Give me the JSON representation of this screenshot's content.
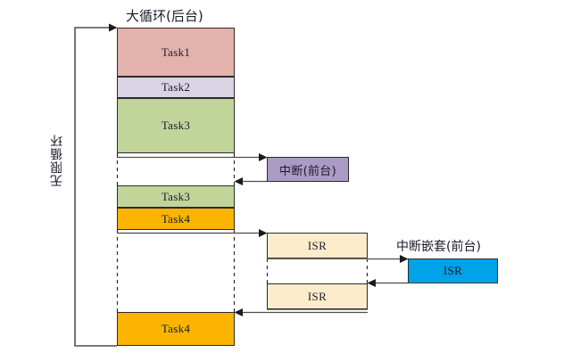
{
  "diagram": {
    "title_background": "大循环(后台)",
    "label_interrupt": "中断(前台)",
    "label_nested_interrupt": "中断嵌套(前台)",
    "label_infinite_loop": "无限循环",
    "colors": {
      "task1": "#e3b2ac",
      "task2": "#d9d3e3",
      "task3": "#c1d49a",
      "task4": "#fbb500",
      "interrupt": "#ab9ac4",
      "isr": "#fceccc",
      "nested_isr": "#00a2e8",
      "stroke": "#2b2b2b",
      "arrow": "#4d4d4d"
    },
    "background_tasks": [
      {
        "name": "task1-box",
        "label": "Task1",
        "color_key": "task1"
      },
      {
        "name": "task2-box",
        "label": "Task2",
        "color_key": "task2"
      },
      {
        "name": "task3-box",
        "label": "Task3",
        "color_key": "task3"
      },
      {
        "name": "task3-resume-box",
        "label": "Task3",
        "color_key": "task3"
      },
      {
        "name": "task4-box",
        "label": "Task4",
        "color_key": "task4"
      },
      {
        "name": "task4-resume-box",
        "label": "Task4",
        "color_key": "task4"
      }
    ],
    "foreground": {
      "interrupt_box_label": "中断(前台)",
      "isr_first_label": "ISR",
      "isr_second_label": "ISR",
      "nested_isr_label": "ISR"
    }
  }
}
